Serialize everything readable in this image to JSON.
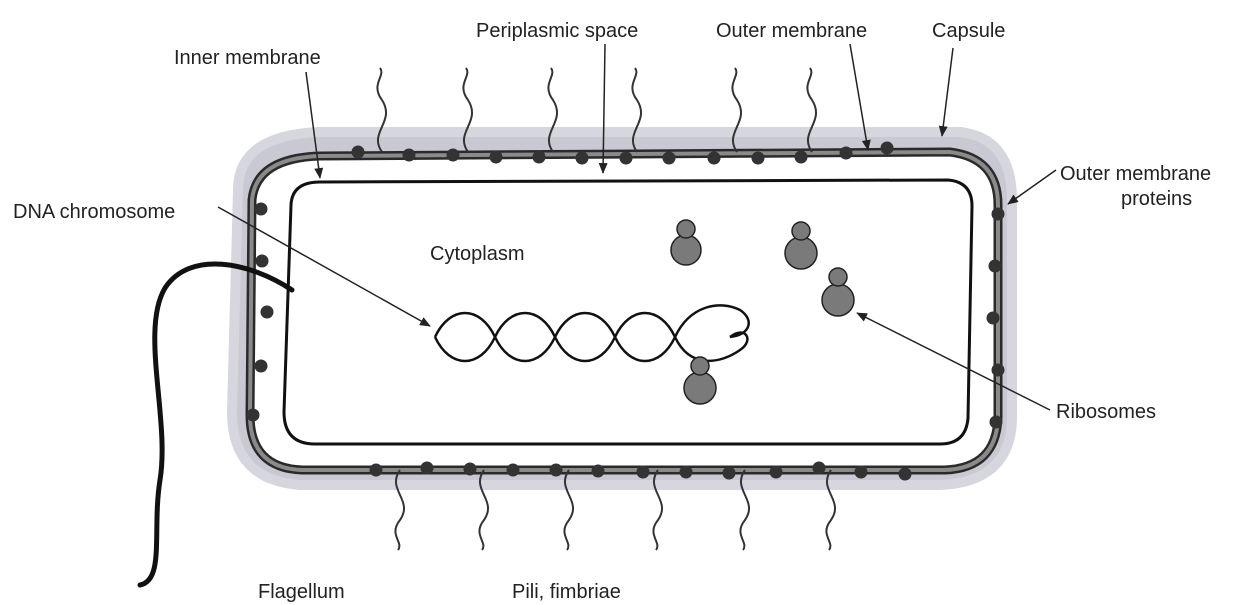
{
  "labels": {
    "inner_membrane": "Inner membrane",
    "periplasmic_space": "Periplasmic space",
    "outer_membrane": "Outer membrane",
    "capsule": "Capsule",
    "outer_membrane_proteins_line1": "Outer membrane",
    "outer_membrane_proteins_line2": "proteins",
    "dna_chromosome": "DNA chromosome",
    "cytoplasm": "Cytoplasm",
    "ribosomes": "Ribosomes",
    "flagellum": "Flagellum",
    "pili_fimbriae": "Pili, fimbriae"
  },
  "colors": {
    "capsule": "#c9c9d3",
    "membrane_band": "#8a8a8a",
    "membrane_line": "#2a2a2a",
    "protein_dot": "#333333",
    "ribosome_fill": "#7a7a7a",
    "ribosome_stroke": "#222222",
    "ink": "#222222"
  }
}
